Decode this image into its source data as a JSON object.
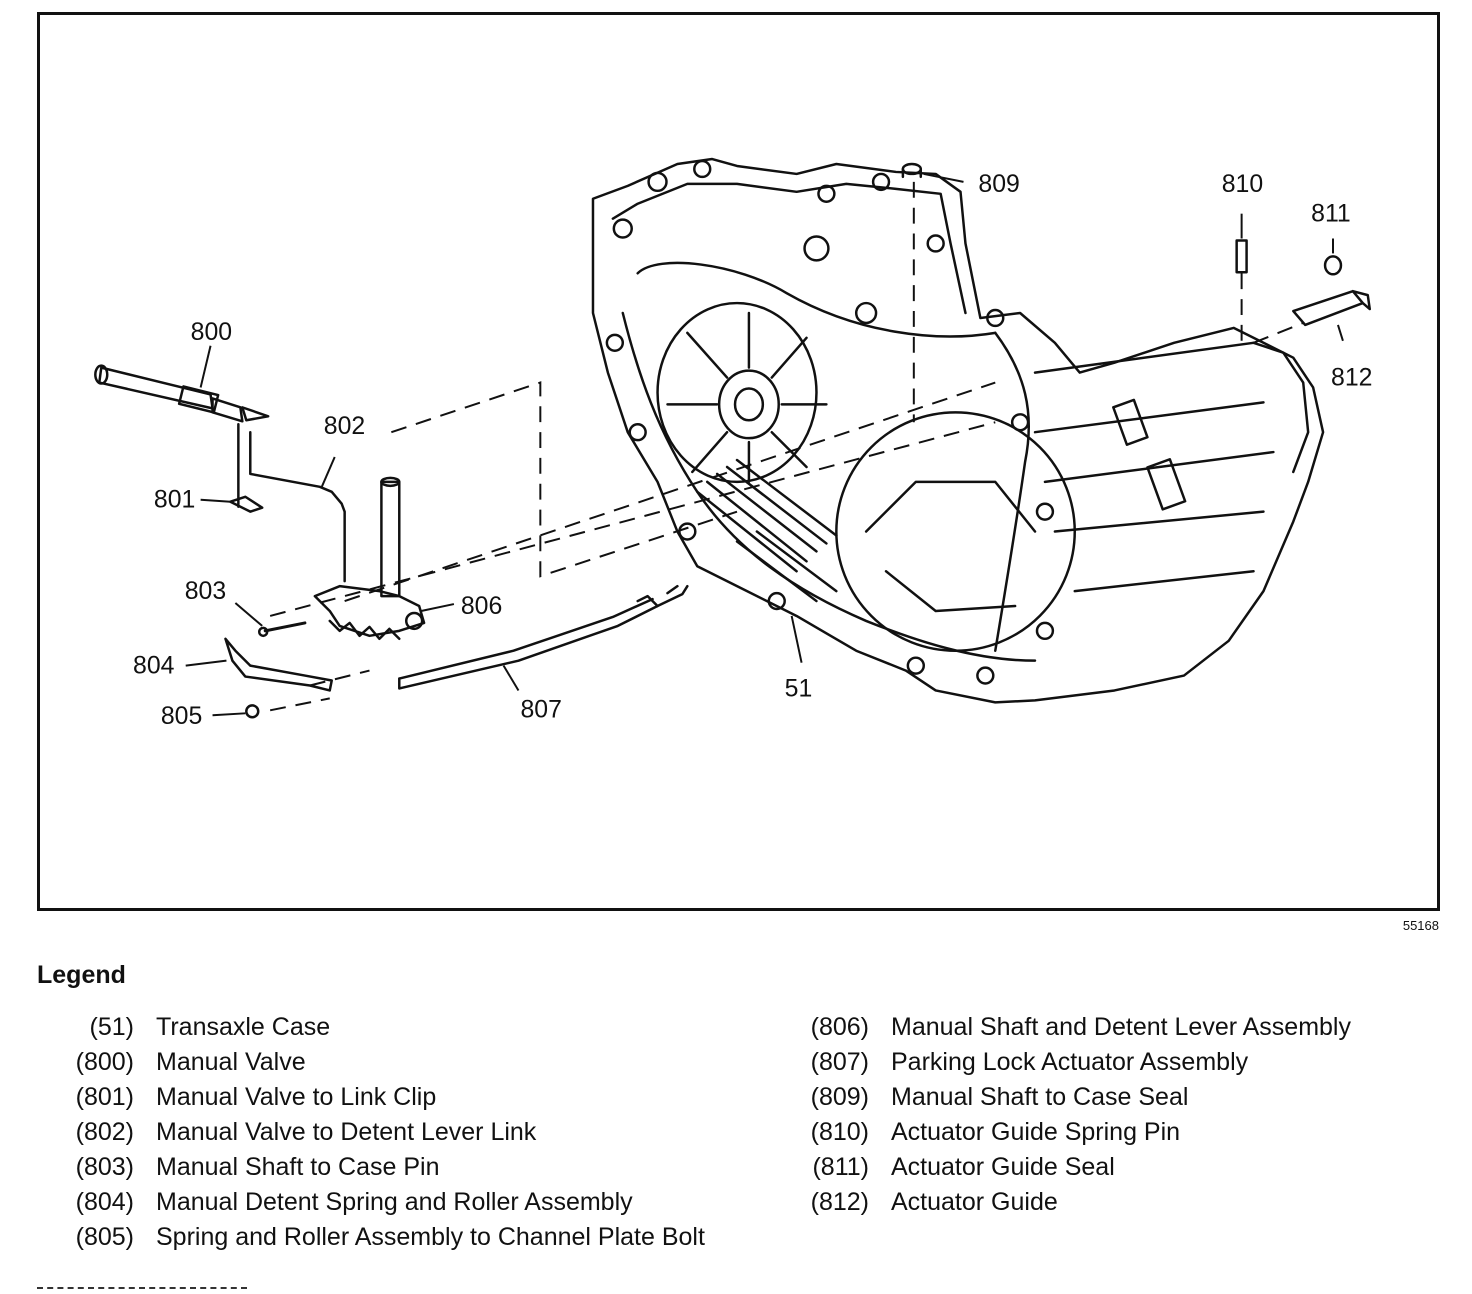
{
  "figure": {
    "number": "55168",
    "callouts": {
      "c800": "800",
      "c801": "801",
      "c802": "802",
      "c803": "803",
      "c804": "804",
      "c805": "805",
      "c806": "806",
      "c807": "807",
      "c51": "51",
      "c809": "809",
      "c810": "810",
      "c811": "811",
      "c812": "812"
    }
  },
  "legend": {
    "title": "Legend",
    "left": [
      {
        "num": "(51)",
        "desc": "Transaxle Case"
      },
      {
        "num": "(800)",
        "desc": "Manual Valve"
      },
      {
        "num": "(801)",
        "desc": "Manual Valve to Link Clip"
      },
      {
        "num": "(802)",
        "desc": "Manual Valve to Detent Lever Link"
      },
      {
        "num": "(803)",
        "desc": "Manual Shaft to Case Pin"
      },
      {
        "num": "(804)",
        "desc": "Manual Detent Spring and Roller Assembly"
      },
      {
        "num": "(805)",
        "desc": "Spring and Roller Assembly to Channel Plate Bolt"
      }
    ],
    "right": [
      {
        "num": "(806)",
        "desc": "Manual Shaft and Detent Lever Assembly"
      },
      {
        "num": "(807)",
        "desc": "Parking Lock Actuator Assembly"
      },
      {
        "num": "(809)",
        "desc": "Manual Shaft to Case Seal"
      },
      {
        "num": "(810)",
        "desc": "Actuator Guide Spring Pin"
      },
      {
        "num": "(811)",
        "desc": "Actuator Guide Seal"
      },
      {
        "num": "(812)",
        "desc": "Actuator Guide"
      }
    ]
  }
}
